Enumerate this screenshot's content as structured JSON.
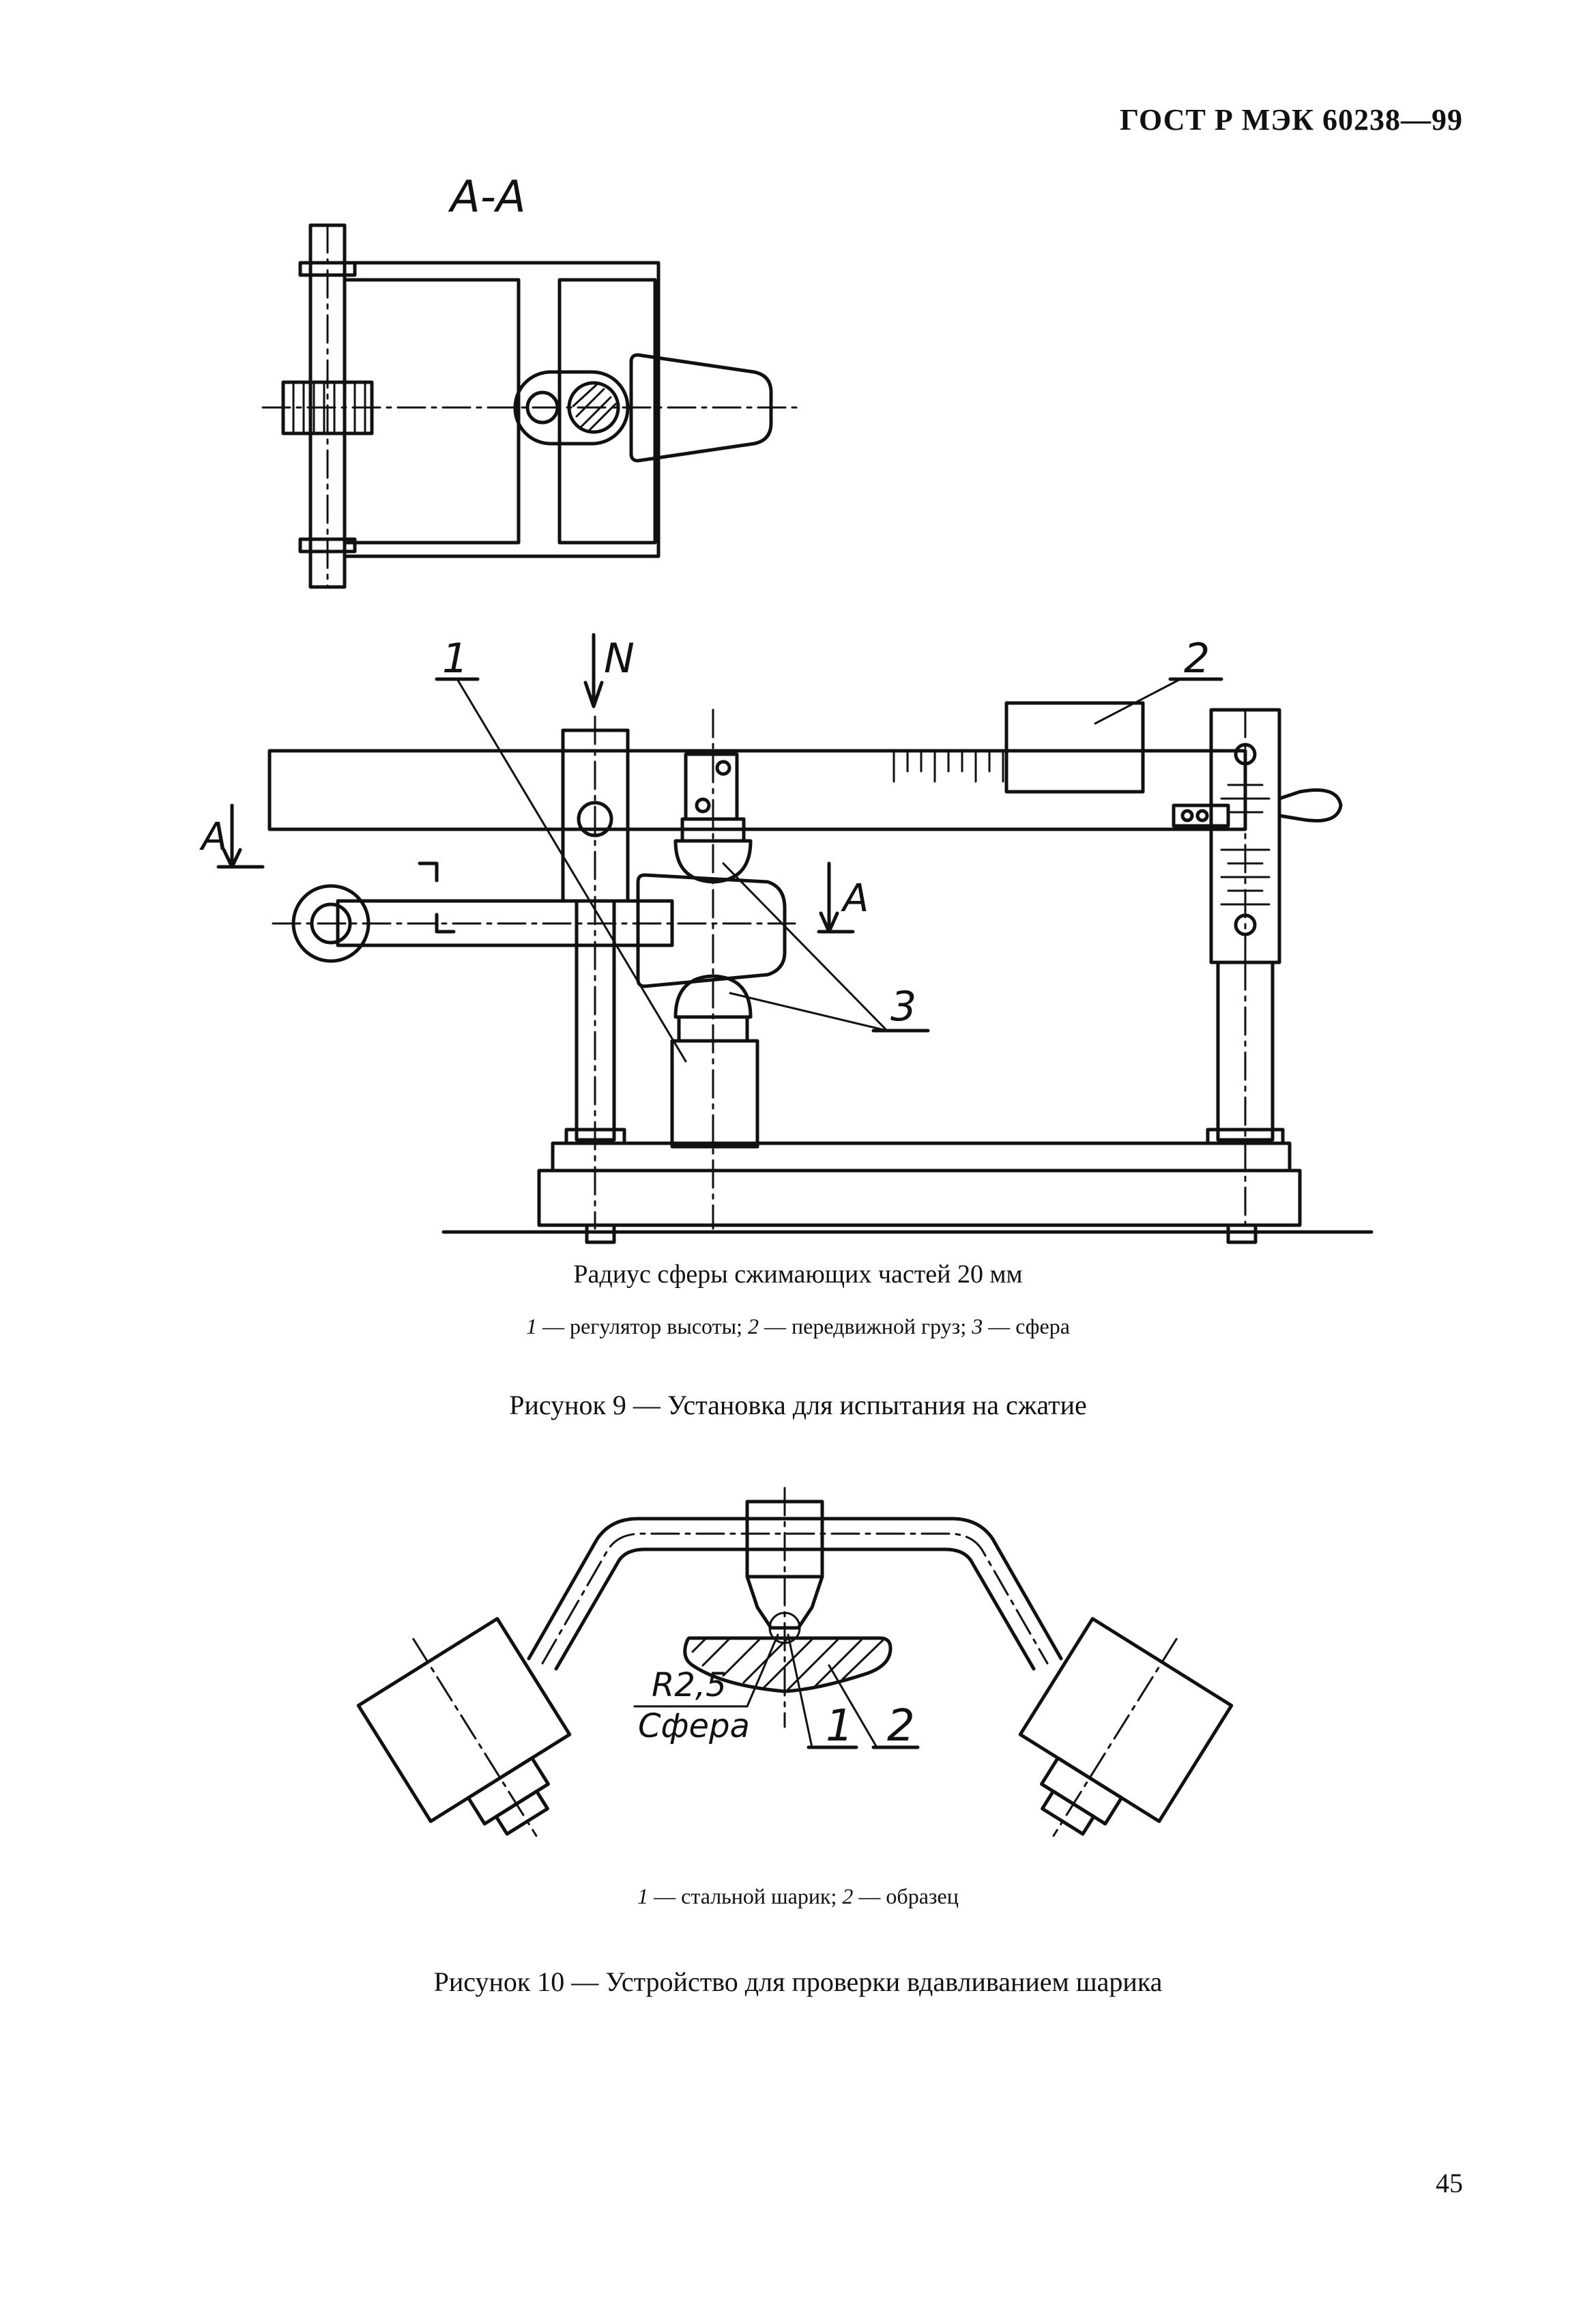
{
  "header": {
    "doc_code": "ГОСТ Р МЭК 60238—99"
  },
  "figure9": {
    "section_label": "А-А",
    "callouts": {
      "c1": "1",
      "c2": "2",
      "c3": "3",
      "force": "N",
      "sect_left": "А",
      "sect_right": "А"
    },
    "caption_main": "Радиус сферы сжимающих частей 20 мм",
    "legend": [
      {
        "num": "1",
        "text": " — регулятор высоты; "
      },
      {
        "num": "2",
        "text": " — передвижной груз; "
      },
      {
        "num": "3",
        "text": " — сфера"
      }
    ],
    "title": "Рисунок 9 — Установка для испытания на сжатие"
  },
  "figure10": {
    "callouts": {
      "radius": "R2,5",
      "sphere": "Сфера",
      "c1": "1",
      "c2": "2"
    },
    "legend": [
      {
        "num": "1",
        "text": " — стальной шарик; "
      },
      {
        "num": "2",
        "text": " — образец"
      }
    ],
    "title": "Рисунок 10 — Устройство для проверки вдавливанием шарика"
  },
  "page_number": "45"
}
